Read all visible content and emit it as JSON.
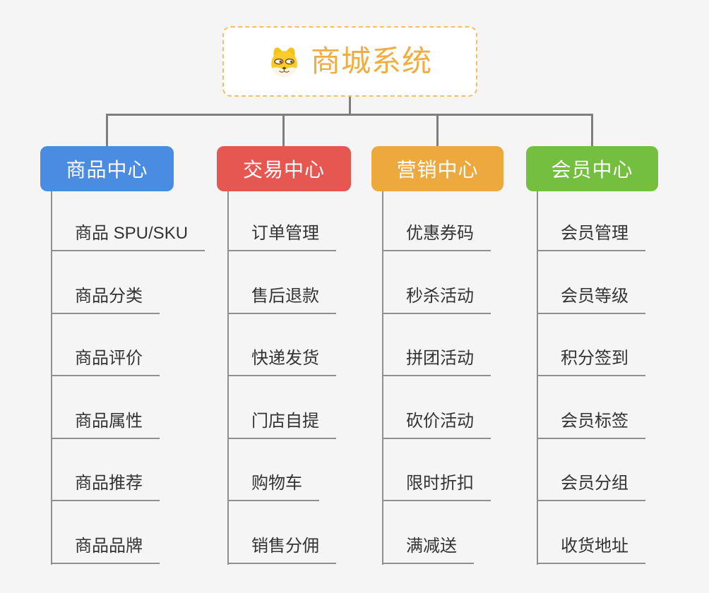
{
  "root": {
    "title": "商城系统",
    "icon": "dog-face-icon",
    "title_color": "#F0AD42",
    "border_color": "#F5BE6E"
  },
  "connector_color": "#7E7E7E",
  "branches": [
    {
      "label": "商品中心",
      "color": "#4A8CE2",
      "items": [
        "商品 SPU/SKU",
        "商品分类",
        "商品评价",
        "商品属性",
        "商品推荐",
        "商品品牌"
      ]
    },
    {
      "label": "交易中心",
      "color": "#E65752",
      "items": [
        "订单管理",
        "售后退款",
        "快递发货",
        "门店自提",
        "购物车",
        "销售分佣"
      ]
    },
    {
      "label": "营销中心",
      "color": "#EDA93D",
      "items": [
        "优惠券码",
        "秒杀活动",
        "拼团活动",
        "砍价活动",
        "限时折扣",
        "满减送"
      ]
    },
    {
      "label": "会员中心",
      "color": "#74BF3F",
      "items": [
        "会员管理",
        "会员等级",
        "积分签到",
        "会员标签",
        "会员分组",
        "收货地址"
      ]
    }
  ]
}
